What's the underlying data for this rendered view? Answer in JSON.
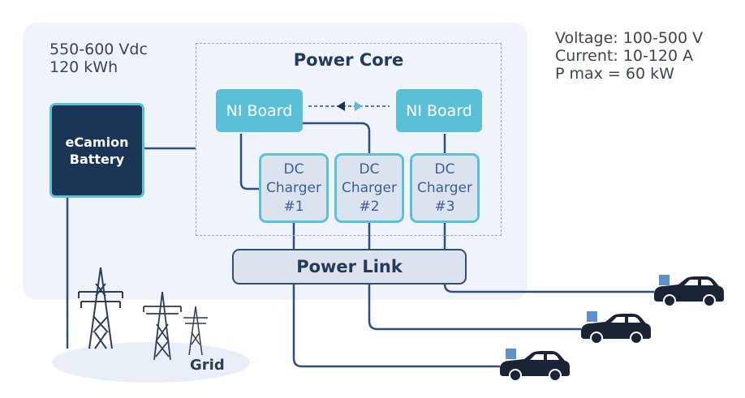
{
  "battery_specs": {
    "line1": "550-600 Vdc",
    "line2": "120 kWh"
  },
  "charger_specs": {
    "line1": "Voltage: 100-500 V",
    "line2": "Current: 10-120 A",
    "line3": "P max = 60 kW"
  },
  "battery": {
    "line1": "eCamion",
    "line2": "Battery"
  },
  "power_core": {
    "title": "Power Core",
    "ni_board_left": "NI Board",
    "ni_board_right": "NI Board"
  },
  "chargers": [
    {
      "line1": "DC",
      "line2": "Charger",
      "line3": "#1"
    },
    {
      "line1": "DC",
      "line2": "Charger",
      "line3": "#2"
    },
    {
      "line1": "DC",
      "line2": "Charger",
      "line3": "#3"
    }
  ],
  "power_link": "Power Link",
  "grid": "Grid",
  "colors": {
    "battery_fill": "#1b3557",
    "accent_cyan": "#5bc0d8",
    "wire_dark": "#2c4f7f",
    "panel_bg": "#eef4fa"
  },
  "icons": [
    "transmission-tower-icon",
    "car-icon",
    "connector-icon",
    "bidirectional-arrow-icon"
  ]
}
